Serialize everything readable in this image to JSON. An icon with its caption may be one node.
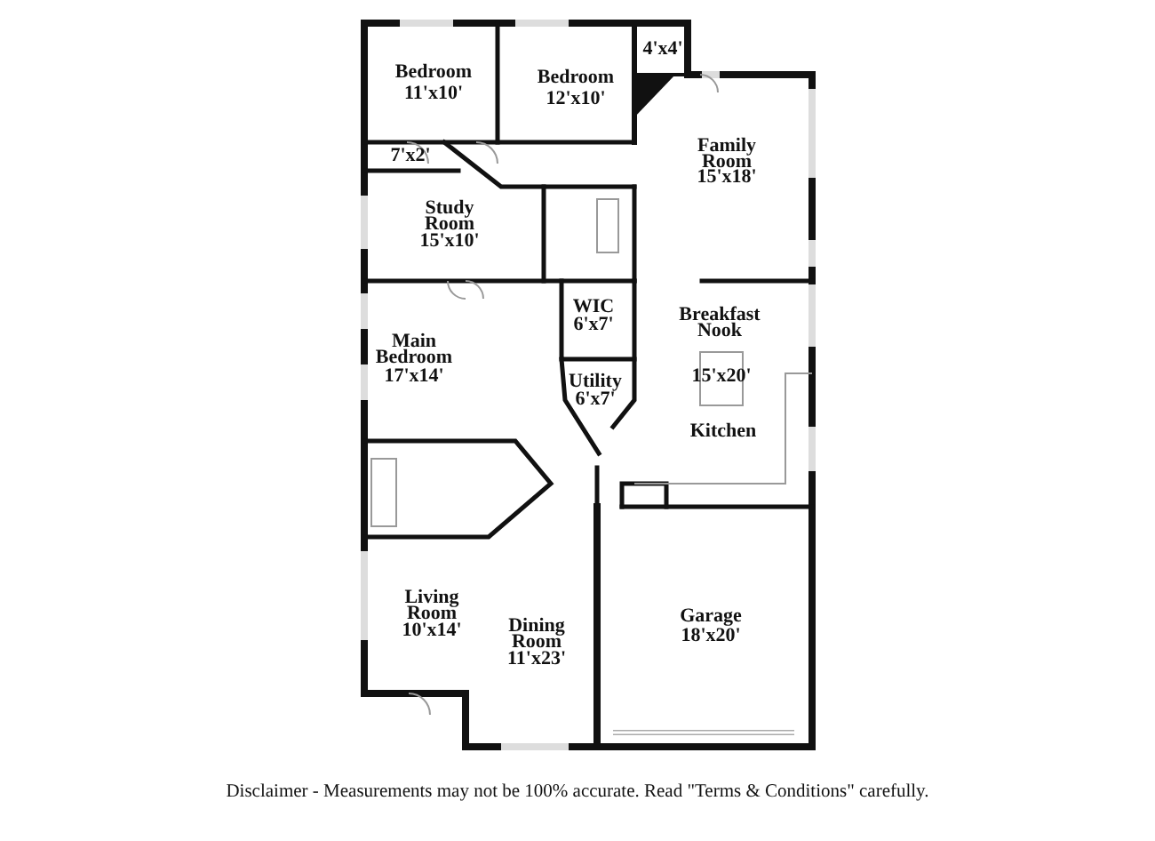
{
  "diagram": {
    "caption": "Disclaimer - Measurements may not be 100% accurate. Read \"Terms & Conditions\" carefully.",
    "labels": [
      "Bedroom",
      "11'x10'",
      "Bedroom",
      "12'x10'",
      "4'x4'",
      "7'x2'",
      "Family Room",
      "15'x18'",
      "Study Room",
      "15'x10'",
      "WIC",
      "6'x7'",
      "Breakfast Nook",
      "Main Bedroom",
      "17'x14'",
      "Utility",
      "6'x7'",
      "15'x20'",
      "Kitchen",
      "Living Room",
      "10'x14'",
      "Dining Room",
      "11'x23'",
      "Garage",
      "18'x20'"
    ]
  }
}
